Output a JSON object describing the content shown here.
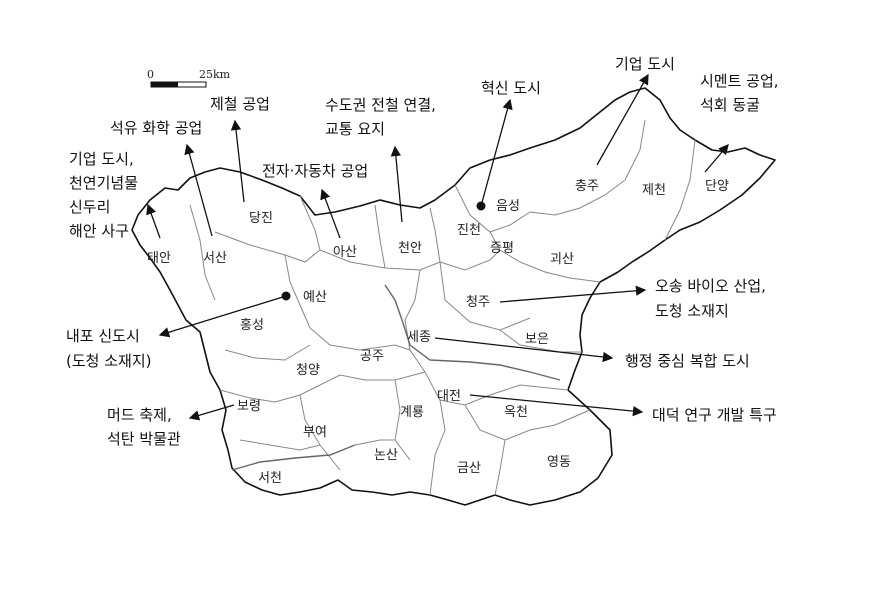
{
  "scale_bar": {
    "start": "0",
    "end": "25km"
  },
  "regions": {
    "taean": "태안",
    "seosan": "서산",
    "dangjin": "당진",
    "asan": "아산",
    "cheonan": "천안",
    "jincheon": "진천",
    "eumseong": "음성",
    "chungju": "충주",
    "jecheon": "제천",
    "danyang": "단양",
    "jeungpyeong": "증평",
    "goesan": "괴산",
    "yesan": "예산",
    "hongseong": "홍성",
    "cheongju": "청주",
    "sejong": "세종",
    "boeun": "보은",
    "gongju": "공주",
    "cheongyang": "청양",
    "boryeong": "보령",
    "daejeon": "대전",
    "gyeryong": "계룡",
    "okcheon": "옥천",
    "buyeo": "부여",
    "nonsan": "논산",
    "geumsan": "금산",
    "yeongdong": "영동",
    "seocheon": "서천"
  },
  "callouts": {
    "taean": [
      "기업 도시,",
      "천연기념물",
      "신두리",
      "해안 사구"
    ],
    "seosan": [
      "석유 화학 공업"
    ],
    "dangjin": [
      "제철 공업"
    ],
    "asan": [
      "전자·자동차 공업"
    ],
    "cheonan": [
      "수도권 전철 연결,",
      "교통 요지"
    ],
    "jincheon": [
      "혁신 도시"
    ],
    "chungju": [
      "기업 도시"
    ],
    "danyang": [
      "시멘트 공업,",
      "석회 동굴"
    ],
    "yesan": [
      "내포 신도시",
      "(도청 소재지)"
    ],
    "boryeong": [
      "머드 축제,",
      "석탄 박물관"
    ],
    "cheongju": [
      "오송 바이오 산업,",
      "도청 소재지"
    ],
    "sejong": [
      "행정 중심 복합 도시"
    ],
    "daejeon": [
      "대덕 연구 개발 특구"
    ]
  }
}
